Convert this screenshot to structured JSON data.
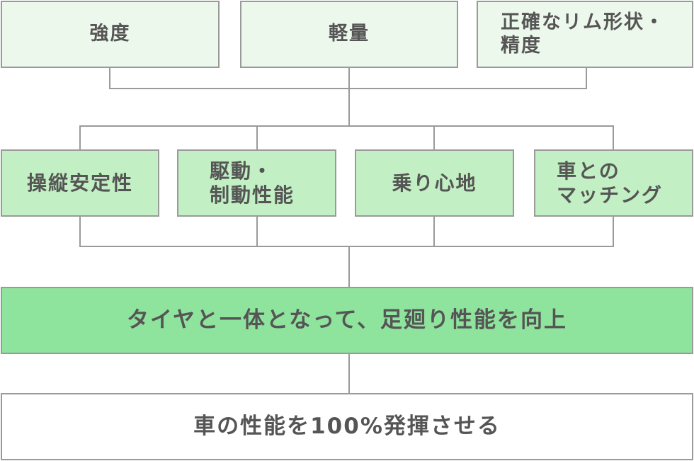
{
  "tier1": [
    {
      "label": "強度"
    },
    {
      "label": "軽量"
    },
    {
      "lines": [
        "正確なリム形状・",
        "精度"
      ]
    }
  ],
  "tier2": [
    {
      "label": "操縦安定性"
    },
    {
      "lines": [
        "駆動・",
        "制動性能"
      ]
    },
    {
      "label": "乗り心地"
    },
    {
      "lines": [
        "車との",
        "マッチング"
      ]
    }
  ],
  "tier3": {
    "label": "タイヤと一体となって、足廻り性能を向上"
  },
  "tier4": {
    "label": "車の性能を100%発揮させる"
  }
}
